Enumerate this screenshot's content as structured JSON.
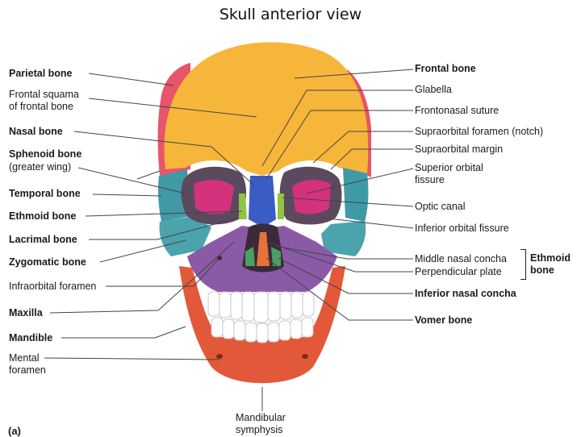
{
  "title": "Skull anterior view",
  "left_labels": {
    "parietal": "Parietal bone",
    "frontal_squama_1": "Frontal  squama",
    "frontal_squama_2": "of frontal bone",
    "nasal": "Nasal bone",
    "sphenoid_1": "Sphenoid bone",
    "sphenoid_2": "(greater wing)",
    "temporal": "Temporal bone",
    "ethmoid": "Ethmoid bone",
    "lacrimal": "Lacrimal bone",
    "zygomatic": "Zygomatic bone",
    "infraorbital": "Infraorbital foramen",
    "maxilla": "Maxilla",
    "mandible": "Mandible",
    "mental_1": "Mental",
    "mental_2": "foramen"
  },
  "right_labels": {
    "frontal": "Frontal bone",
    "glabella": "Glabella",
    "frontonasal": "Frontonasal suture",
    "supraorbital_foramen": "Supraorbital foramen (notch)",
    "supraorbital_margin": "Supraorbital margin",
    "superior_orbital_1": "Superior orbital",
    "superior_orbital_2": "fissure",
    "optic": "Optic canal",
    "inferior_orbital": "Inferior orbital fissure",
    "middle_nasal": "Middle nasal concha",
    "perpendicular": "Perpendicular plate",
    "ethmoid_group_1": "Ethmoid",
    "ethmoid_group_2": "bone",
    "inferior_nasal": "Inferior nasal concha",
    "vomer": "Vomer bone"
  },
  "bottom_labels": {
    "symphysis_1": "Mandibular",
    "symphysis_2": "symphysis",
    "figure_tag": "(a)"
  },
  "colors": {
    "frontal": "#f6b63a",
    "parietal": "#e8546a",
    "sphenoid": "#d4327d",
    "temporal": "#3f9aa6",
    "zygomatic": "#4aa3ad",
    "maxilla": "#8a5aa6",
    "mandible": "#e4583a",
    "nasal": "#3b5cc4",
    "ethmoid": "#8ec63f",
    "vomer": "#e8733a"
  }
}
